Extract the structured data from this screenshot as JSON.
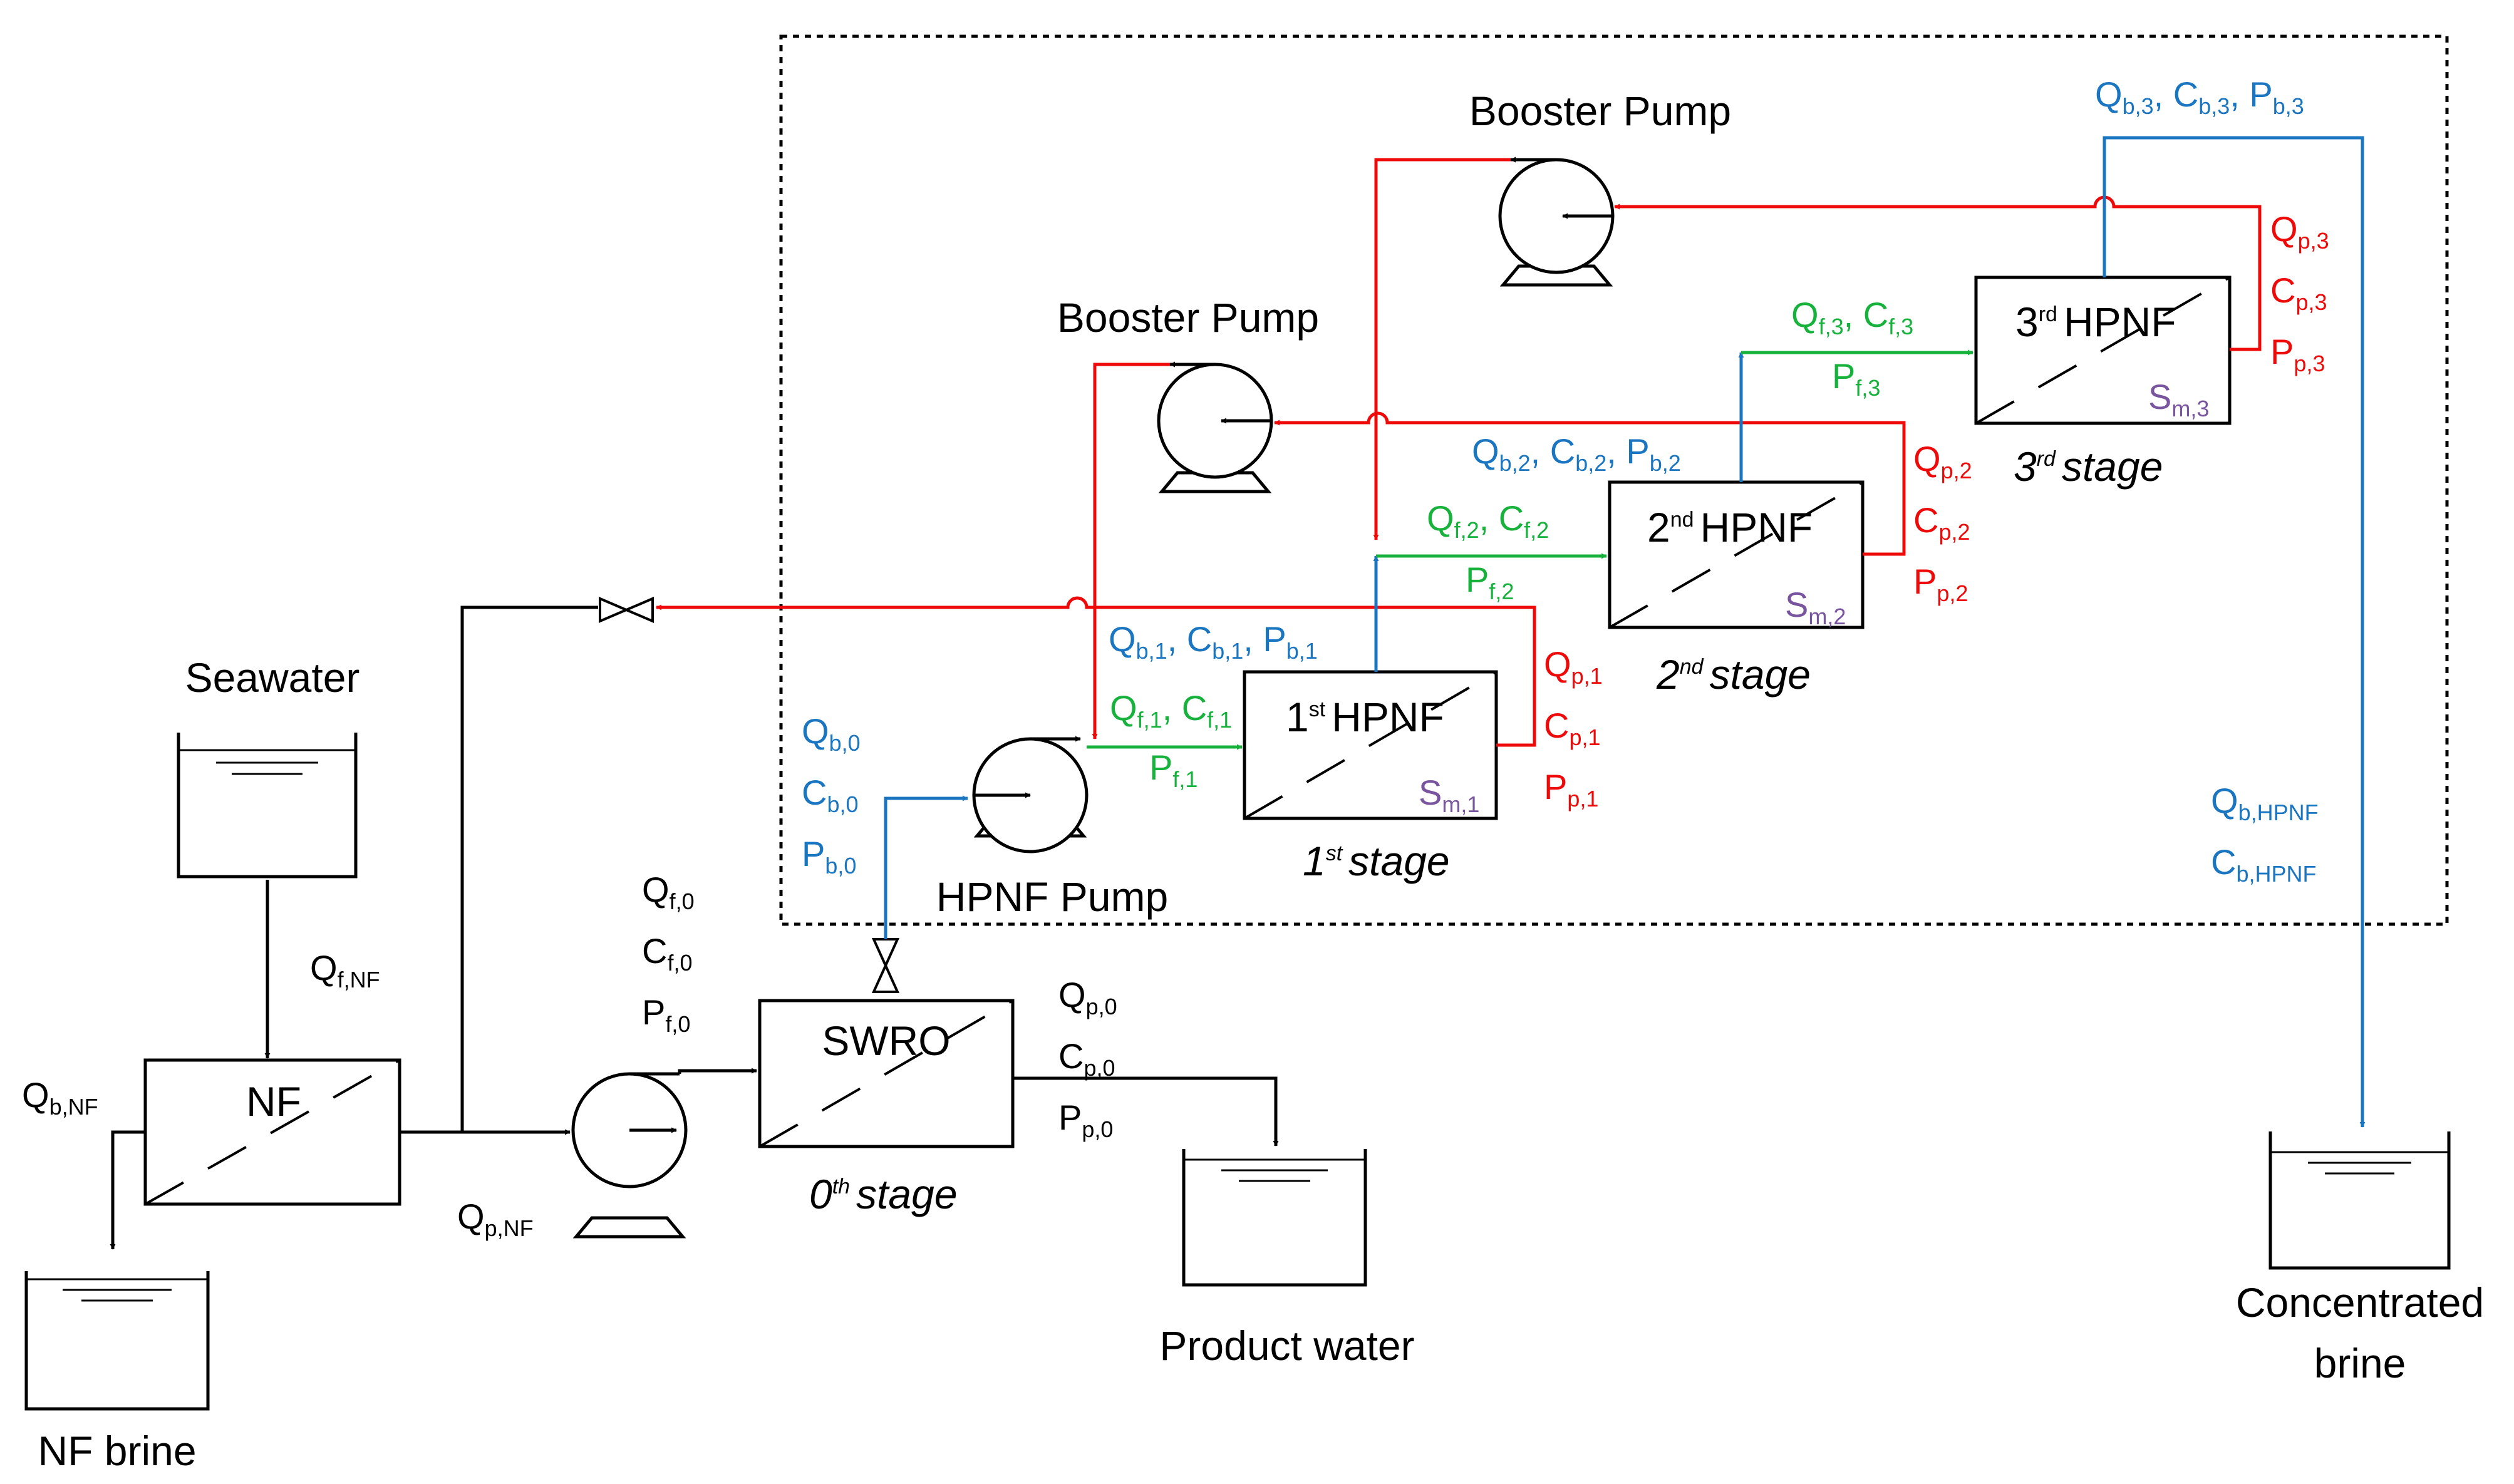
{
  "colors": {
    "black": "#000000",
    "blue": "#1b76c2",
    "red": "#ef0a0a",
    "green": "#16b23c",
    "purple": "#7a559f"
  },
  "tanks": {
    "seawater": "Seawater",
    "nf_brine": "NF brine",
    "product_water": "Product water",
    "concentrated_brine_line1": "Concentrated",
    "concentrated_brine_line2": "brine"
  },
  "units": {
    "nf": "NF",
    "swro": "SWRO",
    "hpnf_1_num": "1",
    "hpnf_1_sup": "st",
    "hpnf_2_num": "2",
    "hpnf_2_sup": "nd",
    "hpnf_3_num": "3",
    "hpnf_3_sup": "rd",
    "hpnf_name": "HPNF"
  },
  "stages": {
    "stage0_num": "0",
    "stage0_sup": "th",
    "stage1_num": "1",
    "stage1_sup": "st",
    "stage2_num": "2",
    "stage2_sup": "nd",
    "stage3_num": "3",
    "stage3_sup": "rd",
    "stage_word": "stage"
  },
  "pumps": {
    "hpnf_pump": "HPNF Pump",
    "booster_pump_1": "Booster Pump",
    "booster_pump_2": "Booster Pump"
  },
  "symbols": {
    "Q": "Q",
    "C": "C",
    "P": "P",
    "S": "S"
  },
  "subscripts": {
    "f_NF": "f,NF",
    "b_NF": "b,NF",
    "p_NF": "p,NF",
    "f0": "f,0",
    "p0": "p,0",
    "b0": "b,0",
    "f1": "f,1",
    "b1": "b,1",
    "p1": "p,1",
    "m1": "m,1",
    "f2": "f,2",
    "b2": "b,2",
    "p2": "p,2",
    "m2": "m,2",
    "f3": "f,3",
    "b3": "b,3",
    "p3": "p,3",
    "m3": "m,3",
    "b_HPNF": "b,HPNF"
  },
  "separators": {
    "comma": ",",
    "comma_space": ", "
  }
}
